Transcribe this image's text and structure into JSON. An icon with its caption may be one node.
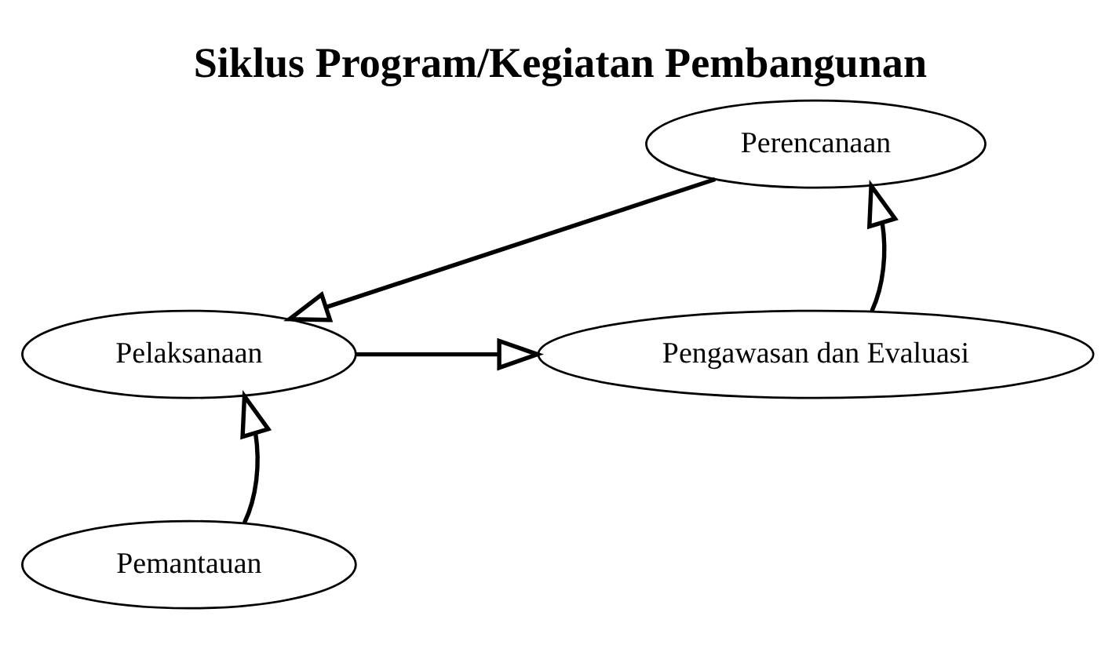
{
  "diagram": {
    "title": "Siklus Program/Kegiatan Pembangunan",
    "nodes": [
      {
        "text": [
          "Perencanaan"
        ]
      },
      {
        "text": [
          "Pelaksanaan"
        ]
      },
      {
        "text": [
          "Pengawasan dan Evaluasi"
        ]
      },
      {
        "text": [
          "Pemantauan"
        ]
      }
    ],
    "edges": [
      {
        "from": 2,
        "to": 0,
        "arrow": "to"
      },
      {
        "from": 0,
        "to": 1,
        "arrow": "to"
      },
      {
        "from": 1,
        "to": 2,
        "arrow": "to"
      },
      {
        "from": 3,
        "to": 1,
        "arrow": "to"
      }
    ]
  }
}
